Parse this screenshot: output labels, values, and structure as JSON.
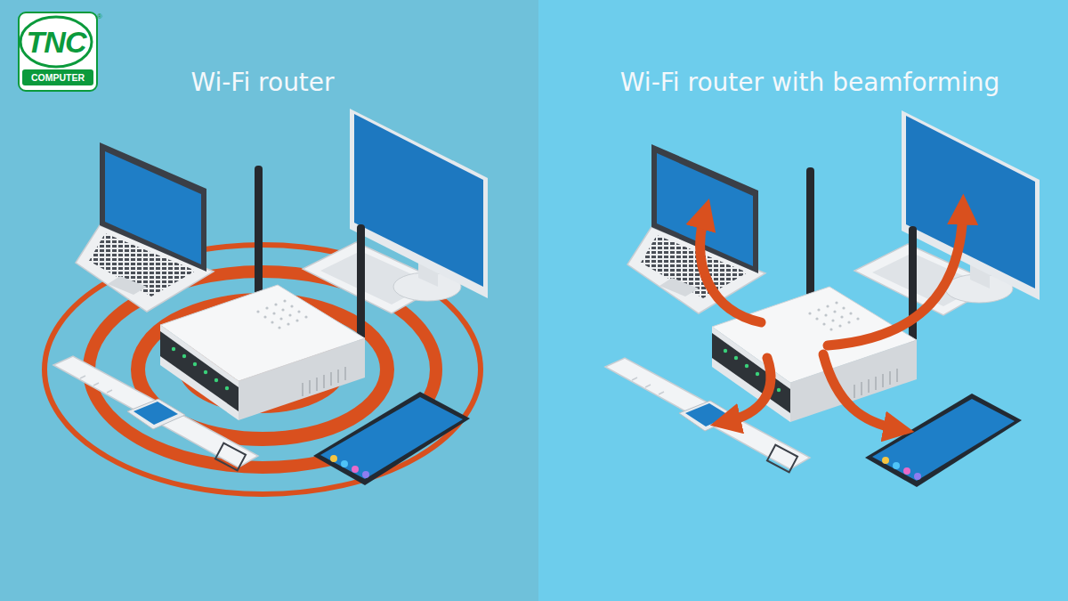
{
  "diagram": {
    "labels": [
      "TNC",
      "®",
      "COMPUTER",
      "Wi-Fi router",
      "Wi-Fi router with beamforming"
    ]
  }
}
